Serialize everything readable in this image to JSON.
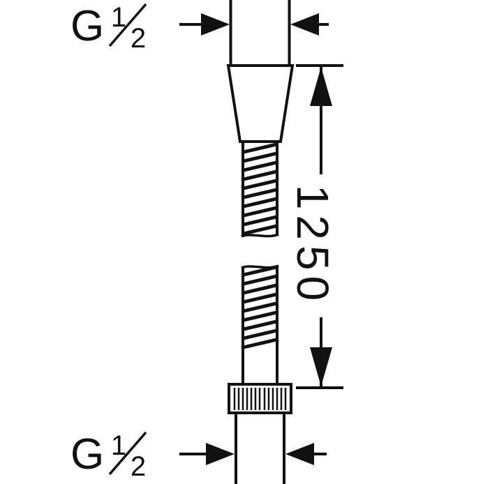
{
  "colors": {
    "line": "#111111",
    "background": "#ffffff"
  },
  "labels": {
    "top_thread": {
      "letter": "G",
      "numerator": "1",
      "denominator": "2"
    },
    "bottom_thread": {
      "letter": "G",
      "numerator": "1",
      "denominator": "2"
    },
    "length": "1250"
  }
}
